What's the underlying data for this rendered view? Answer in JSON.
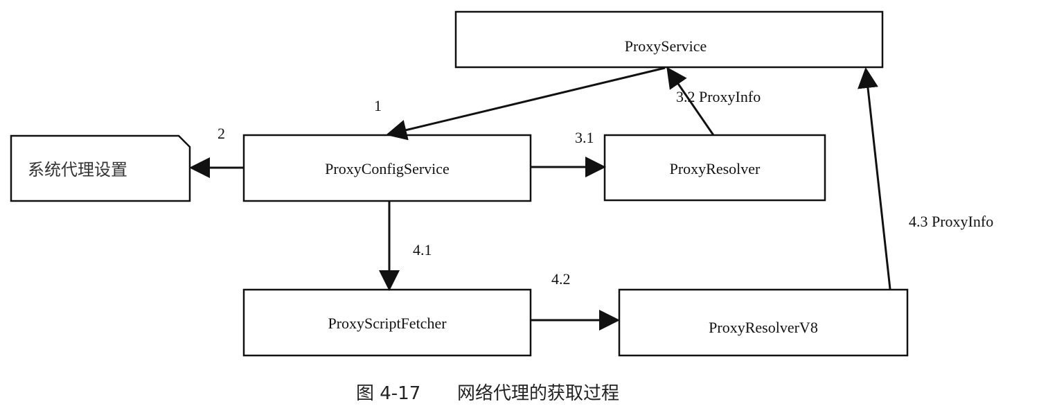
{
  "nodes": {
    "proxy_service": "ProxyService",
    "system_proxy_settings": "系统代理设置",
    "proxy_config_service": "ProxyConfigService",
    "proxy_resolver": "ProxyResolver",
    "proxy_script_fetcher": "ProxyScriptFetcher",
    "proxy_resolver_v8": "ProxyResolverV8"
  },
  "edges": {
    "step_1": "1",
    "step_2": "2",
    "step_3_1": "3.1",
    "step_3_2": "3.2 ProxyInfo",
    "step_4_1": "4.1",
    "step_4_2": "4.2",
    "step_4_3": "4.3 ProxyInfo"
  },
  "caption": {
    "figure_number": "图 4-17",
    "title": "网络代理的获取过程"
  }
}
